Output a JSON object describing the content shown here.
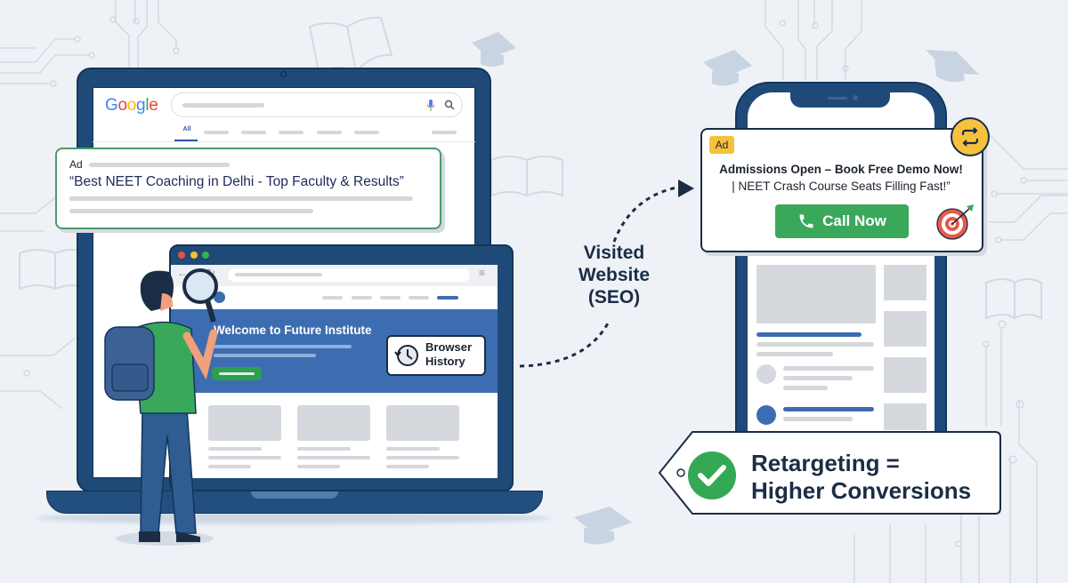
{
  "search_result_page": {
    "logo": [
      "G",
      "o",
      "o",
      "g",
      "l",
      "e"
    ],
    "logo_colors": [
      "#4285F4",
      "#EA4335",
      "#FBBC05",
      "#4285F4",
      "#34A853",
      "#EA4335"
    ],
    "active_tab": "All",
    "ad": {
      "label": "Ad",
      "title": "“Best NEET Coaching in Delhi - Top Faculty & Results”",
      "border_color": "#4c9a6c"
    }
  },
  "browser_window": {
    "traffic_lights": [
      "#e2524a",
      "#f2c230",
      "#35b24f"
    ],
    "nav_icons": [
      "back-arrow-icon",
      "forward-arrow-icon",
      "reload-icon",
      "menu-icon"
    ],
    "hero_title": "Welcome to Future Institute",
    "history_badge": {
      "line1": "Browser",
      "line2": "History",
      "icon": "history-clock-icon"
    }
  },
  "flow_label": {
    "line1": "Visited",
    "line2": "Website",
    "line3": "(SEO)"
  },
  "mobile_ad": {
    "badge": "Ad",
    "title": "Admissions Open – Book Free Demo Now!",
    "subtitle": "| NEET Crash Course Seats Filling Fast!”",
    "cta_label": "Call Now",
    "cta_icon": "phone-icon",
    "cta_color": "#3aa85a",
    "badge_color": "#f6c23e",
    "corner_icon": "retarget-loop-icon",
    "accent_icon": "target-icon"
  },
  "result_tag": {
    "line1": "Retargeting =",
    "line2": "Higher Conversions",
    "icon": "check-circle-icon",
    "icon_color": "#34a853"
  },
  "colors": {
    "device_frame": "#1f4a78",
    "hero_blue": "#3c6db0",
    "outline": "#1b2d45",
    "background": "#eef2f7"
  }
}
